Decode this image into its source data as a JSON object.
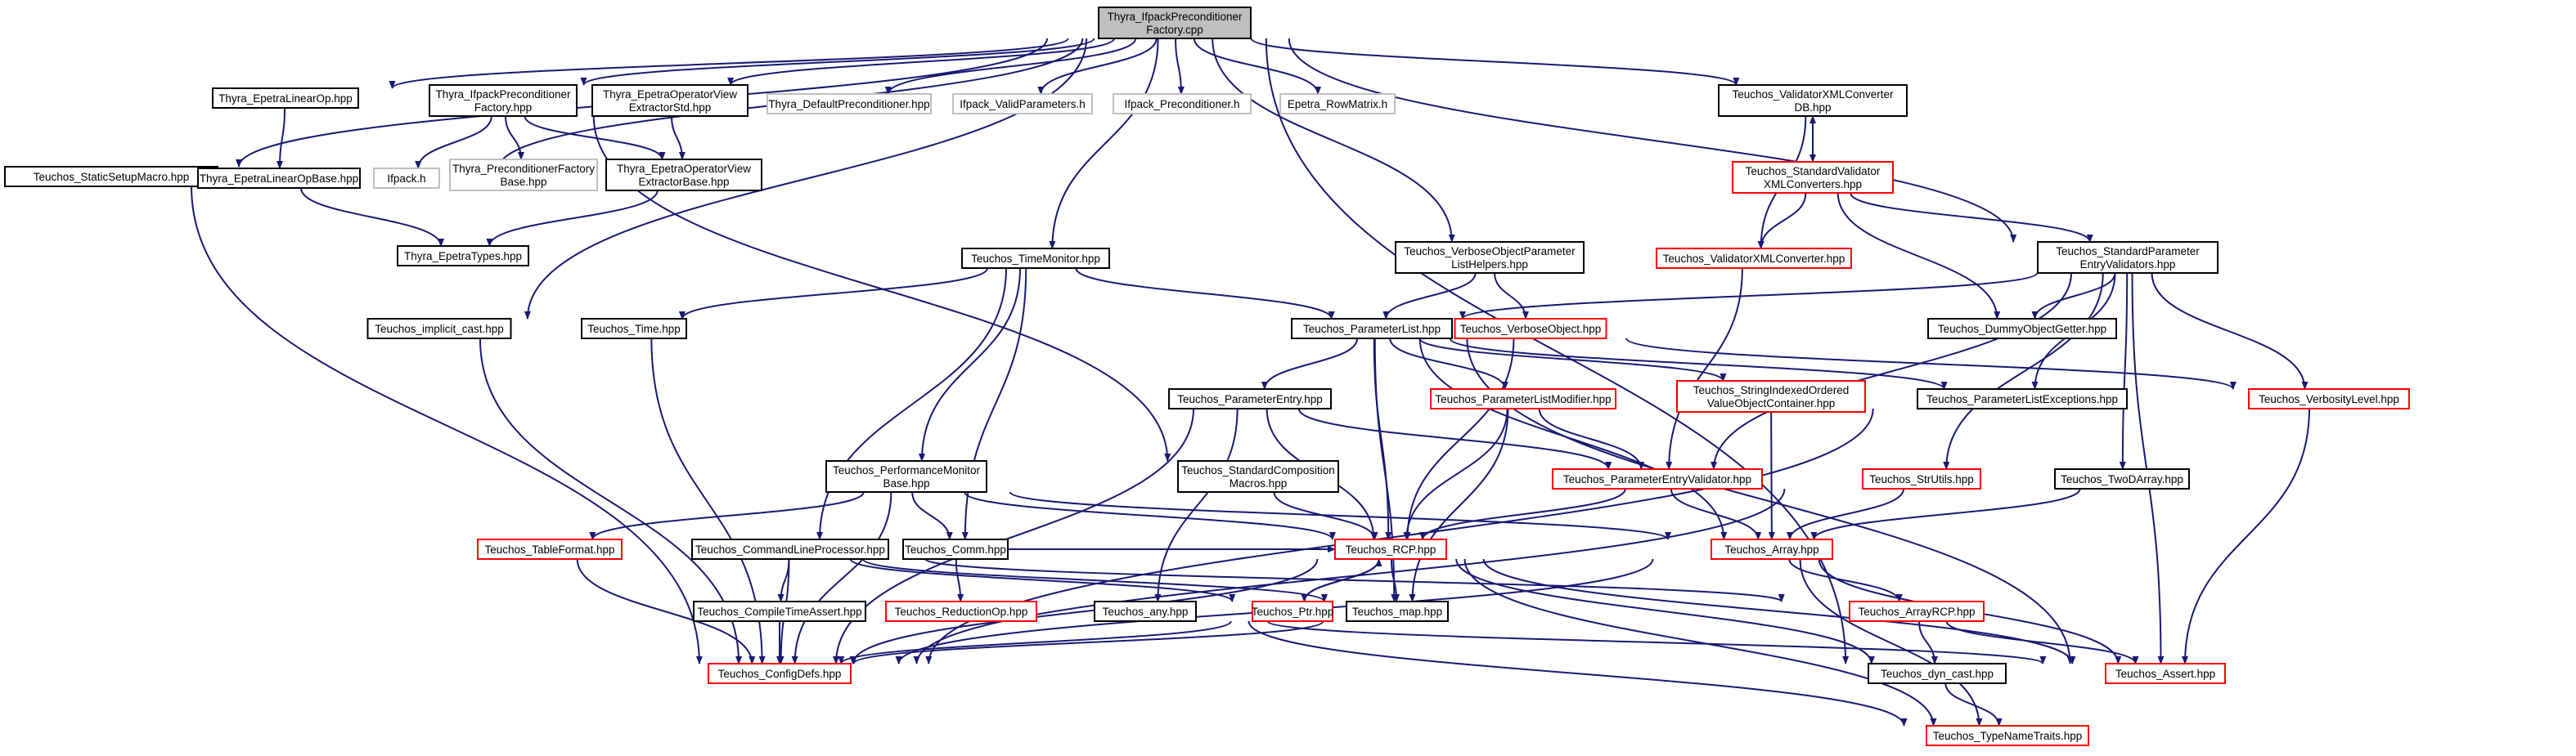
{
  "colors": {
    "edge": "#191970",
    "border_normal": "#000000",
    "border_external": "#bfbfbf",
    "border_partial": "#ff0000",
    "root_fill": "#bfbfbf",
    "fill": "#ffffff",
    "text": "#000000"
  },
  "nodes": [
    {
      "id": "root",
      "style": "root",
      "lines": [
        "Thyra_IfpackPreconditioner",
        "Factory.cpp"
      ]
    },
    {
      "id": "staticsetup",
      "style": "normal",
      "lines": [
        "Teuchos_StaticSetupMacro.hpp"
      ]
    },
    {
      "id": "epetralinearop",
      "style": "normal",
      "lines": [
        "Thyra_EpetraLinearOp.hpp"
      ]
    },
    {
      "id": "epetralinearopbase",
      "style": "normal",
      "lines": [
        "Thyra_EpetraLinearOpBase.hpp"
      ]
    },
    {
      "id": "epetratypes",
      "style": "normal",
      "lines": [
        "Thyra_EpetraTypes.hpp"
      ]
    },
    {
      "id": "ifpackprecfactory",
      "style": "normal",
      "lines": [
        "Thyra_IfpackPreconditioner",
        "Factory.hpp"
      ]
    },
    {
      "id": "ifpackh",
      "style": "external",
      "lines": [
        "Ifpack.h"
      ]
    },
    {
      "id": "precfactorybase",
      "style": "external",
      "lines": [
        "Thyra_PreconditionerFactory",
        "Base.hpp"
      ]
    },
    {
      "id": "opviewstd",
      "style": "normal",
      "lines": [
        "Thyra_EpetraOperatorView",
        "ExtractorStd.hpp"
      ]
    },
    {
      "id": "opviewbase",
      "style": "normal",
      "lines": [
        "Thyra_EpetraOperatorView",
        "ExtractorBase.hpp"
      ]
    },
    {
      "id": "defaultprec",
      "style": "external",
      "lines": [
        "Thyra_DefaultPreconditioner.hpp"
      ]
    },
    {
      "id": "validparams",
      "style": "external",
      "lines": [
        "Ifpack_ValidParameters.h"
      ]
    },
    {
      "id": "ifpackprec",
      "style": "external",
      "lines": [
        "Ifpack_Preconditioner.h"
      ]
    },
    {
      "id": "rowmatrix",
      "style": "external",
      "lines": [
        "Epetra_RowMatrix.h"
      ]
    },
    {
      "id": "validatorxmldb",
      "style": "normal",
      "lines": [
        "Teuchos_ValidatorXMLConverter",
        "DB.hpp"
      ]
    },
    {
      "id": "stdvalidatorxml",
      "style": "partial",
      "lines": [
        "Teuchos_StandardValidator",
        "XMLConverters.hpp"
      ]
    },
    {
      "id": "validatorxml",
      "style": "partial",
      "lines": [
        "Teuchos_ValidatorXMLConverter.hpp"
      ]
    },
    {
      "id": "stdparamvalidators",
      "style": "normal",
      "lines": [
        "Teuchos_StandardParameter",
        "EntryValidators.hpp"
      ]
    },
    {
      "id": "dummyobj",
      "style": "normal",
      "lines": [
        "Teuchos_DummyObjectGetter.hpp"
      ]
    },
    {
      "id": "timemonitor",
      "style": "normal",
      "lines": [
        "Teuchos_TimeMonitor.hpp"
      ]
    },
    {
      "id": "verboseobjhelpers",
      "style": "normal",
      "lines": [
        "Teuchos_VerboseObjectParameter",
        "ListHelpers.hpp"
      ]
    },
    {
      "id": "implicitcast",
      "style": "normal",
      "lines": [
        "Teuchos_implicit_cast.hpp"
      ]
    },
    {
      "id": "time",
      "style": "normal",
      "lines": [
        "Teuchos_Time.hpp"
      ]
    },
    {
      "id": "paramlist",
      "style": "normal",
      "lines": [
        "Teuchos_ParameterList.hpp"
      ]
    },
    {
      "id": "verboseobj",
      "style": "partial",
      "lines": [
        "Teuchos_VerboseObject.hpp"
      ]
    },
    {
      "id": "paramentry",
      "style": "normal",
      "lines": [
        "Teuchos_ParameterEntry.hpp"
      ]
    },
    {
      "id": "paramlistmodifier",
      "style": "partial",
      "lines": [
        "Teuchos_ParameterListModifier.hpp"
      ]
    },
    {
      "id": "stringindexed",
      "style": "partial",
      "lines": [
        "Teuchos_StringIndexedOrdered",
        "ValueObjectContainer.hpp"
      ]
    },
    {
      "id": "paramlistexceptions",
      "style": "normal",
      "lines": [
        "Teuchos_ParameterListExceptions.hpp"
      ]
    },
    {
      "id": "verbositylevel",
      "style": "partial",
      "lines": [
        "Teuchos_VerbosityLevel.hpp"
      ]
    },
    {
      "id": "perfmonitor",
      "style": "normal",
      "lines": [
        "Teuchos_PerformanceMonitor",
        "Base.hpp"
      ]
    },
    {
      "id": "stdcomposition",
      "style": "normal",
      "lines": [
        "Teuchos_StandardComposition",
        "Macros.hpp"
      ]
    },
    {
      "id": "paramentryvalidator",
      "style": "partial",
      "lines": [
        "Teuchos_ParameterEntryValidator.hpp"
      ]
    },
    {
      "id": "strutils",
      "style": "partial",
      "lines": [
        "Teuchos_StrUtils.hpp"
      ]
    },
    {
      "id": "twodarray",
      "style": "normal",
      "lines": [
        "Teuchos_TwoDArray.hpp"
      ]
    },
    {
      "id": "tableformat",
      "style": "partial",
      "lines": [
        "Teuchos_TableFormat.hpp"
      ]
    },
    {
      "id": "cmdlineproc",
      "style": "normal",
      "lines": [
        "Teuchos_CommandLineProcessor.hpp"
      ]
    },
    {
      "id": "comm",
      "style": "normal",
      "lines": [
        "Teuchos_Comm.hpp"
      ]
    },
    {
      "id": "rcp",
      "style": "partial",
      "lines": [
        "Teuchos_RCP.hpp"
      ]
    },
    {
      "id": "array",
      "style": "partial",
      "lines": [
        "Teuchos_Array.hpp"
      ]
    },
    {
      "id": "compiletimeassert",
      "style": "normal",
      "lines": [
        "Teuchos_CompileTimeAssert.hpp"
      ]
    },
    {
      "id": "reductionop",
      "style": "partial",
      "lines": [
        "Teuchos_ReductionOp.hpp"
      ]
    },
    {
      "id": "any",
      "style": "normal",
      "lines": [
        "Teuchos_any.hpp"
      ]
    },
    {
      "id": "ptr",
      "style": "partial",
      "lines": [
        "Teuchos_Ptr.hpp"
      ]
    },
    {
      "id": "map",
      "style": "normal",
      "lines": [
        "Teuchos_map.hpp"
      ]
    },
    {
      "id": "arrayrcp",
      "style": "partial",
      "lines": [
        "Teuchos_ArrayRCP.hpp"
      ]
    },
    {
      "id": "configdefs",
      "style": "partial",
      "lines": [
        "Teuchos_ConfigDefs.hpp"
      ]
    },
    {
      "id": "dyncast",
      "style": "normal",
      "lines": [
        "Teuchos_dyn_cast.hpp"
      ]
    },
    {
      "id": "assert",
      "style": "partial",
      "lines": [
        "Teuchos_Assert.hpp"
      ]
    },
    {
      "id": "typenametraits",
      "style": "partial",
      "lines": [
        "Teuchos_TypeNameTraits.hpp"
      ]
    }
  ],
  "edges": [
    [
      "root",
      "staticsetup"
    ],
    [
      "root",
      "epetralinearop"
    ],
    [
      "root",
      "ifpackh"
    ],
    [
      "root",
      "ifpackprecfactory"
    ],
    [
      "root",
      "opviewstd"
    ],
    [
      "root",
      "defaultprec"
    ],
    [
      "root",
      "validparams"
    ],
    [
      "root",
      "ifpackprec"
    ],
    [
      "root",
      "rowmatrix"
    ],
    [
      "root",
      "validatorxmldb"
    ],
    [
      "root",
      "stdparamvalidators"
    ],
    [
      "root",
      "timemonitor"
    ],
    [
      "root",
      "verboseobjhelpers"
    ],
    [
      "root",
      "implicitcast"
    ],
    [
      "root",
      "dyncast"
    ],
    [
      "staticsetup",
      "configdefs"
    ],
    [
      "epetralinearop",
      "epetralinearopbase"
    ],
    [
      "epetralinearopbase",
      "epetratypes"
    ],
    [
      "ifpackprecfactory",
      "ifpackh"
    ],
    [
      "ifpackprecfactory",
      "precfactorybase"
    ],
    [
      "ifpackprecfactory",
      "opviewbase"
    ],
    [
      "ifpackprecfactory",
      "stdcomposition"
    ],
    [
      "opviewstd",
      "opviewbase"
    ],
    [
      "opviewbase",
      "epetratypes"
    ],
    [
      "validatorxmldb",
      "stdvalidatorxml"
    ],
    [
      "stdvalidatorxml",
      "validatorxmldb"
    ],
    [
      "validatorxmldb",
      "validatorxml"
    ],
    [
      "stdvalidatorxml",
      "validatorxml"
    ],
    [
      "stdvalidatorxml",
      "stdparamvalidators"
    ],
    [
      "stdvalidatorxml",
      "dummyobj"
    ],
    [
      "validatorxml",
      "paramentryvalidator"
    ],
    [
      "stdparamvalidators",
      "paramlist"
    ],
    [
      "stdparamvalidators",
      "dummyobj"
    ],
    [
      "stdparamvalidators",
      "paramlistexceptions"
    ],
    [
      "stdparamvalidators",
      "verbositylevel"
    ],
    [
      "stdparamvalidators",
      "paramentryvalidator"
    ],
    [
      "stdparamvalidators",
      "strutils"
    ],
    [
      "stdparamvalidators",
      "twodarray"
    ],
    [
      "stdparamvalidators",
      "assert"
    ],
    [
      "timemonitor",
      "time"
    ],
    [
      "timemonitor",
      "paramlist"
    ],
    [
      "timemonitor",
      "perfmonitor"
    ],
    [
      "timemonitor",
      "cmdlineproc"
    ],
    [
      "timemonitor",
      "comm"
    ],
    [
      "verboseobjhelpers",
      "paramlist"
    ],
    [
      "verboseobjhelpers",
      "verboseobj"
    ],
    [
      "implicitcast",
      "configdefs"
    ],
    [
      "time",
      "configdefs"
    ],
    [
      "paramlist",
      "paramentry"
    ],
    [
      "paramlist",
      "paramlistmodifier"
    ],
    [
      "paramlist",
      "stringindexed"
    ],
    [
      "paramlist",
      "paramlistexceptions"
    ],
    [
      "paramlist",
      "rcp"
    ],
    [
      "paramlist",
      "array"
    ],
    [
      "paramlist",
      "map"
    ],
    [
      "paramlist",
      "assert"
    ],
    [
      "verboseobj",
      "verbositylevel"
    ],
    [
      "verboseobj",
      "rcp"
    ],
    [
      "paramentry",
      "paramentryvalidator"
    ],
    [
      "paramentry",
      "rcp"
    ],
    [
      "paramentry",
      "any"
    ],
    [
      "paramentry",
      "configdefs"
    ],
    [
      "paramlistmodifier",
      "paramentryvalidator"
    ],
    [
      "paramlistmodifier",
      "rcp"
    ],
    [
      "paramlistmodifier",
      "map"
    ],
    [
      "stringindexed",
      "array"
    ],
    [
      "paramlistexceptions",
      "configdefs"
    ],
    [
      "verbositylevel",
      "assert"
    ],
    [
      "perfmonitor",
      "tableformat"
    ],
    [
      "perfmonitor",
      "comm"
    ],
    [
      "perfmonitor",
      "rcp"
    ],
    [
      "perfmonitor",
      "array"
    ],
    [
      "perfmonitor",
      "configdefs"
    ],
    [
      "stdcomposition",
      "rcp"
    ],
    [
      "paramentryvalidator",
      "rcp"
    ],
    [
      "paramentryvalidator",
      "array"
    ],
    [
      "strutils",
      "array"
    ],
    [
      "strutils",
      "configdefs"
    ],
    [
      "twodarray",
      "array"
    ],
    [
      "tableformat",
      "configdefs"
    ],
    [
      "cmdlineproc",
      "compiletimeassert"
    ],
    [
      "cmdlineproc",
      "map"
    ],
    [
      "cmdlineproc",
      "configdefs"
    ],
    [
      "cmdlineproc",
      "ptr"
    ],
    [
      "cmdlineproc",
      "arrayrcp"
    ],
    [
      "comm",
      "reductionop"
    ],
    [
      "comm",
      "rcp"
    ],
    [
      "compiletimeassert",
      "configdefs"
    ],
    [
      "rcp",
      "ptr"
    ],
    [
      "ptr",
      "rcp"
    ],
    [
      "rcp",
      "map"
    ],
    [
      "rcp",
      "configdefs"
    ],
    [
      "rcp",
      "dyncast"
    ],
    [
      "rcp",
      "assert"
    ],
    [
      "rcp",
      "typenametraits"
    ],
    [
      "array",
      "arrayrcp"
    ],
    [
      "array",
      "configdefs"
    ],
    [
      "array",
      "assert"
    ],
    [
      "array",
      "typenametraits"
    ],
    [
      "arrayrcp",
      "dyncast"
    ],
    [
      "arrayrcp",
      "assert"
    ],
    [
      "any",
      "assert"
    ],
    [
      "any",
      "typenametraits"
    ],
    [
      "map",
      "configdefs"
    ],
    [
      "dyncast",
      "typenametraits"
    ],
    [
      "ptr",
      "configdefs"
    ]
  ]
}
